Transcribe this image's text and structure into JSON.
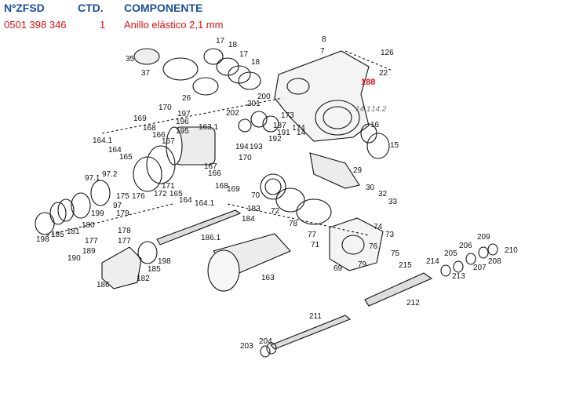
{
  "table": {
    "headers": {
      "code": "NºZFSD",
      "qty": "CTD.",
      "component": "COMPONENTE"
    },
    "row": {
      "code": "0501 398 346",
      "qty": "1",
      "component": "Anillo elástico 2,1 mm"
    }
  },
  "colors": {
    "header": "#1a4f9c",
    "row": "#e01010",
    "highlight_label": "#e01010"
  },
  "diagram": {
    "highlighted": "188",
    "labels": [
      "8",
      "7",
      "126",
      "22",
      "188",
      "14.1",
      "14.2",
      "16",
      "15",
      "17",
      "18",
      "17",
      "18",
      "35",
      "37",
      "26",
      "202",
      "201",
      "200",
      "187",
      "173",
      "174",
      "191",
      "192",
      "193",
      "194",
      "14",
      "163.1",
      "197",
      "196",
      "195",
      "170",
      "169",
      "168",
      "166",
      "167",
      "164.1",
      "164",
      "165",
      "97.1",
      "97.2",
      "176",
      "175",
      "172",
      "171",
      "165",
      "164",
      "164.1",
      "168",
      "169",
      "170",
      "167",
      "166",
      "29",
      "30",
      "32",
      "33",
      "70",
      "72",
      "78",
      "77",
      "71",
      "74",
      "73",
      "76",
      "75",
      "79",
      "69",
      "198",
      "185",
      "181",
      "180",
      "199",
      "97",
      "179",
      "178",
      "177",
      "177",
      "183",
      "184",
      "186.1",
      "189",
      "190",
      "186",
      "182",
      "185",
      "198",
      "163",
      "215",
      "212",
      "214",
      "205",
      "206",
      "209",
      "210",
      "213",
      "207",
      "208",
      "211",
      "203",
      "204"
    ]
  }
}
